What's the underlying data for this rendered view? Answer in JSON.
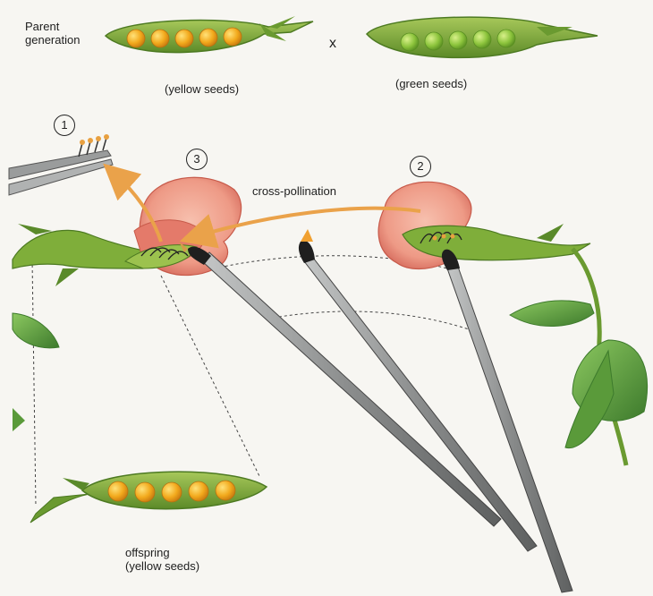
{
  "labels": {
    "parent_line1": "Parent",
    "parent_line2": "generation",
    "cross": "x",
    "yellow_seeds": "(yellow seeds)",
    "green_seeds": "(green seeds)",
    "cross_pollination": "cross-pollination",
    "offspring_line1": "offspring",
    "offspring_line2": "(yellow seeds)"
  },
  "steps": [
    "1",
    "2",
    "3"
  ],
  "colors": {
    "pod_green": "#7fae3a",
    "pod_dark": "#4d7a22",
    "yellow_seed": "#f2a91c",
    "green_seed": "#8cc43c",
    "petal": "#ee9a86",
    "petal_dark": "#d9645a",
    "arrow": "#eaa24a",
    "brush": "#8a8c8c",
    "leaf": "#4f9a3c"
  },
  "icons": [
    "forceps-icon",
    "paintbrush-icon",
    "pea-pod-icon",
    "pea-flower-icon",
    "leaf-icon"
  ]
}
